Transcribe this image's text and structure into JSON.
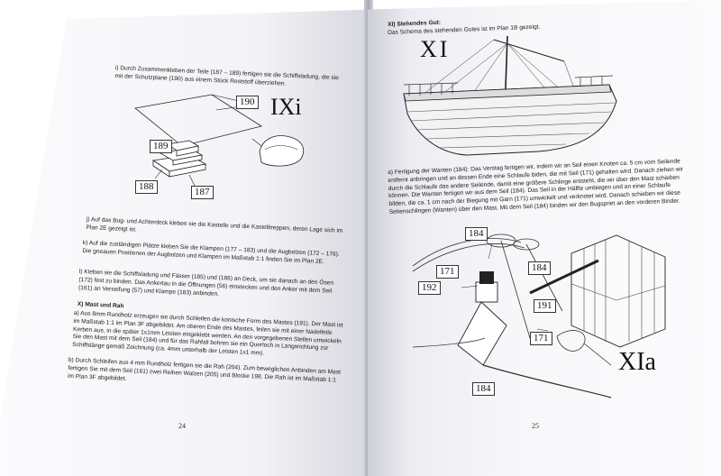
{
  "left_page": {
    "intro": "i) Durch Zusammenkleben der Teile (187 – 189) fertigen sie die Schiffsladung, die sie mit der Schutzplane (190) aus einem Stück Reststoff überziehen.",
    "figure_title": "IXi",
    "labels": {
      "l190": "190",
      "l189": "189",
      "l188": "188",
      "l187": "187"
    },
    "para_j": "j) Auf das Bug- und Achterdeck kleben sie die Kastelle und die Kastelltreppen, deren Lage sich im Plan 2E gezeigt ist.",
    "para_k": "k) Auf die zuständigen Plätze kleben Sie die Klampen (177 – 183) und die Augbolzen (172 – 176). Die gneauen Positionen der Augbolzen und Klampen im Maßstab 1:1 finden Sie im Plan 2E.",
    "para_l": "l) Kleben sie die Schiffsladung und Fässer (185) und (186) an Deck, um sie danach an den Ösen (172) fest zu binden. Das Ankertau in die Öffnungen (56) einstecken und den Anker mit dem Seil (161) an Verseifung (57) und Klampe (183) anbinden.",
    "section_title": "X) Mast und Rah",
    "para_a": "a) Aus 8mm Rundholz erzeugen sie durch Schleifen die konische Form des Mastes (191). Der Mast ist im Maßstab 1:1 im Plan 3F abgebildet. Am oberen Ende des Mastes, feilen sie mit einer Nadelfeile Kerben aus, in die später 1x1mm Leisten eingeklebt werden. An den vorgegebenen Stellen umwickeln Sie den Mast mit dem Seil (184) und für das Rahfall bohren sie ein Querloch in Langsrichtung zur Schiffslänge gemäß Zeichnung (ca. 4mm unterhalb der Leisten 1x1 mm).",
    "para_b": "b) Durch Schleifen aus 4 mm Rundholz fertigen sie die Rah (204). Zum beweglichen Anbinden am Mast fertigen Sie mit dem Seil (161) zwei Reihen Walzen (205) und Blocke 198. Die Rah ist im Maßstab 1:1 im Plan 3F abgebildet.",
    "page_number": "24"
  },
  "right_page": {
    "section_title": "XI) Stehendes Gut:",
    "intro": "Das Schema des stehenden Gutes ist im Plan 1B gezeigt.",
    "figure_title": "XI",
    "para_a": "a) Fertigung der Wanten (184): Das Verstag fertigen wir, indem wir an Seil einen Knoten ca. 5 cm vom Seilende entfernt anbringen und an dessen Ende eine Schlaufe biden, die mit Seil (171) gehalten wird. Danach ziehen wir durch die Schlaufe das andere Seilende, damit eine größere Schlinge entsteht, die wir über den Mast schieben können. Die Wanten fertigen wir aus dem Seil (184). Das Seil in der Hälfte umbiegen und an einer Schlaufe bilden, die ca. 1 cm nach der Biegung mit Garn (171) umwickelt und verknotet wird. Danach schieben wir diese Seitenschlingen (Wanten) über den Mast. Mit dem Seil (184) binden wir den Bugspriet an den vorderen Binder.",
    "figure2_title": "XIa",
    "labels": {
      "l184a": "184",
      "l171a": "171",
      "l192": "192",
      "l184b": "184",
      "l191": "191",
      "l171b": "171",
      "l184c": "184"
    },
    "page_number": "25"
  }
}
